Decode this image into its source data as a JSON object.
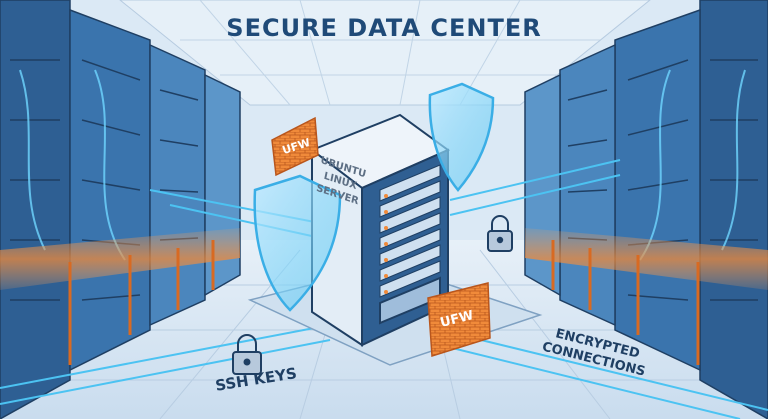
{
  "title": "SECURE DATA CENTER",
  "server": {
    "line1": "UBUNTU",
    "line2": "LINUX",
    "line3": "SERVER"
  },
  "firewall_label": "UFW",
  "ssh_label": "SSH KEYS",
  "encrypted": {
    "line1": "ENCRYPTED",
    "line2": "CONNECTIONS"
  },
  "colors": {
    "background": "#dbe9f5",
    "accent_orange": "#f08a3a",
    "glow_blue": "#4cc3f2",
    "outline_navy": "#1f3f63"
  },
  "icons": [
    "shield-icon",
    "padlock-icon",
    "firewall-brick-icon",
    "server-rack-icon"
  ]
}
